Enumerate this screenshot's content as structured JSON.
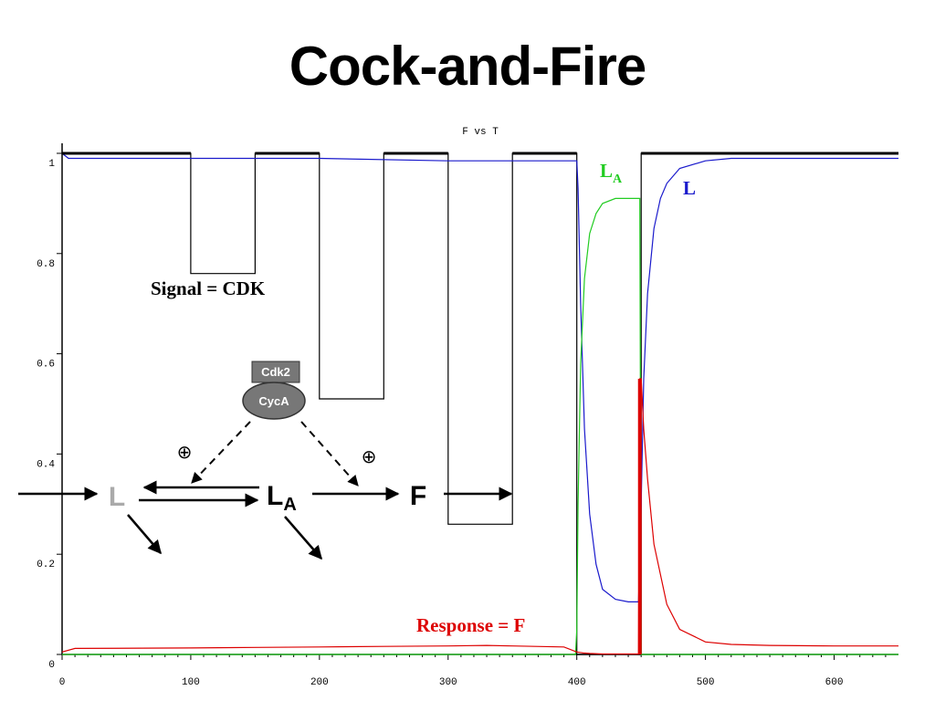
{
  "slide": {
    "title": "Cock-and-Fire"
  },
  "chart_data": {
    "type": "line",
    "title": "F vs T",
    "xlabel": "",
    "ylabel": "",
    "xlim": [
      0,
      650
    ],
    "ylim": [
      0,
      1.02
    ],
    "x_ticks": [
      0,
      100,
      200,
      300,
      400,
      500,
      600
    ],
    "y_ticks": [
      0,
      0.2,
      0.4,
      0.6,
      0.8,
      1
    ],
    "x_tick_labels": [
      "0",
      "100",
      "200",
      "300",
      "400",
      "500",
      "600"
    ],
    "y_tick_labels": [
      "0",
      "0.2",
      "0.4",
      "0.6",
      "0.8",
      "1"
    ],
    "colors": {
      "signal": "#000000",
      "L": "#1a1acc",
      "LA": "#22cc22",
      "F": "#dd0000"
    },
    "series": [
      {
        "key": "signal",
        "x": [
          0,
          100,
          100,
          150,
          150,
          200,
          200,
          250,
          250,
          300,
          300,
          350,
          350,
          400,
          400,
          450,
          450,
          650
        ],
        "y": [
          1,
          1,
          0.76,
          0.76,
          1,
          1,
          0.51,
          0.51,
          1,
          1,
          0.26,
          0.26,
          1,
          1,
          0,
          0,
          1,
          1
        ]
      },
      {
        "key": "L",
        "x": [
          0,
          5,
          100,
          200,
          300,
          350,
          400,
          401,
          403,
          406,
          410,
          415,
          420,
          430,
          440,
          448,
          450,
          452,
          455,
          460,
          465,
          470,
          480,
          500,
          520,
          550,
          600,
          650
        ],
        "y": [
          1,
          0.99,
          0.99,
          0.99,
          0.985,
          0.985,
          0.985,
          0.93,
          0.7,
          0.45,
          0.28,
          0.18,
          0.13,
          0.11,
          0.105,
          0.105,
          0.3,
          0.55,
          0.72,
          0.85,
          0.91,
          0.94,
          0.97,
          0.985,
          0.99,
          0.99,
          0.99,
          0.99
        ]
      },
      {
        "key": "LA",
        "x": [
          0,
          100,
          200,
          300,
          399,
          400,
          401,
          403,
          406,
          410,
          415,
          420,
          430,
          440,
          449,
          450,
          650
        ],
        "y": [
          0,
          0,
          0,
          0,
          0,
          0.05,
          0.3,
          0.58,
          0.75,
          0.84,
          0.88,
          0.9,
          0.91,
          0.91,
          0.91,
          0,
          0
        ]
      },
      {
        "key": "F",
        "x": [
          0,
          10,
          100,
          150,
          200,
          250,
          300,
          330,
          350,
          390,
          400,
          405,
          410,
          420,
          430,
          440,
          448,
          449,
          450,
          451,
          452,
          455,
          460,
          470,
          480,
          500,
          520,
          550,
          600,
          650
        ],
        "y": [
          0.005,
          0.012,
          0.013,
          0.014,
          0.015,
          0.016,
          0.017,
          0.018,
          0.017,
          0.015,
          0.005,
          0.003,
          0.002,
          0.001,
          0.001,
          0.001,
          0.001,
          0.55,
          0.55,
          0.5,
          0.45,
          0.35,
          0.22,
          0.1,
          0.05,
          0.025,
          0.02,
          0.018,
          0.017,
          0.017
        ]
      }
    ],
    "annotations": {
      "signal": "Signal = CDK",
      "response": "Response = F",
      "la_label_main": "L",
      "la_label_sub": "A",
      "l_label": "L"
    },
    "diagram": {
      "cdk_box": "Cdk2",
      "cyc_ellipse": "CycA",
      "node_L": "L",
      "node_LA_main": "L",
      "node_LA_sub": "A",
      "node_F": "F",
      "plus_symbol": "⊕"
    }
  }
}
